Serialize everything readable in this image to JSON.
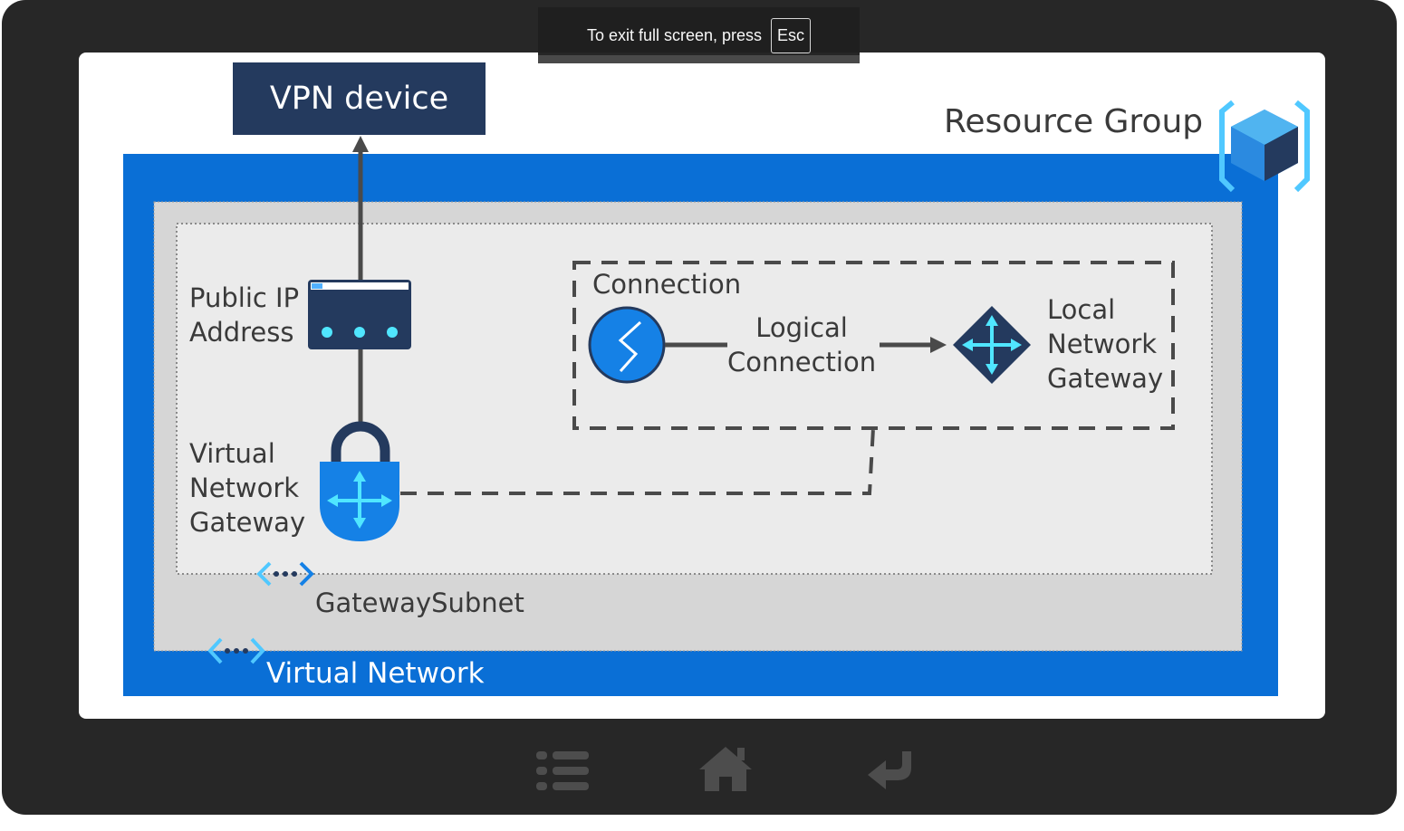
{
  "fullscreen_notice": {
    "text": "To exit full screen, press",
    "key": "Esc"
  },
  "diagram": {
    "vpn_device": "VPN device",
    "resource_group": "Resource Group",
    "virtual_network": "Virtual Network",
    "gateway_subnet": "GatewaySubnet",
    "public_ip": [
      "Public IP",
      "Address"
    ],
    "virtual_network_gateway": [
      "Virtual",
      "Network",
      "Gateway"
    ],
    "connection": "Connection",
    "logical_connection": [
      "Logical",
      "Connection"
    ],
    "local_network_gateway": [
      "Local",
      "Network",
      "Gateway"
    ]
  },
  "icons": {
    "resource_group": "resource-group-cube-icon",
    "public_ip": "public-ip-icon",
    "vnet_gateway": "virtual-network-gateway-lock-icon",
    "connection": "connection-icon",
    "local_gateway": "local-network-gateway-icon",
    "subnet": "subnet-icon",
    "vnet": "virtual-network-icon",
    "nav_menu": "menu-icon",
    "nav_home": "home-icon",
    "nav_back": "back-arrow-icon"
  },
  "colors": {
    "frame": "#272727",
    "vnet_blue": "#0a6fd6",
    "subnet_gray": "#d6d6d6",
    "inner_gray": "#ebebeb",
    "vpn_navy": "#243a5e",
    "accent_cyan": "#50e6ff",
    "icon_blue": "#1581e6"
  }
}
